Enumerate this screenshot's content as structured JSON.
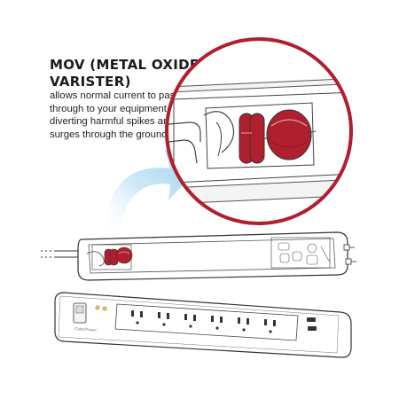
{
  "callout": {
    "title": "MOV (METAL OXIDE VARISTER)",
    "description": "allows normal current to pass through to your equipment, while diverting harmful spikes and surges through the ground wire."
  },
  "device": {
    "brand_label": "CyberPower",
    "outlet_count": 6,
    "usb_port_count": 2
  },
  "colors": {
    "magnifier_ring": "#b01f2e",
    "mov_component": "#b01f2e",
    "arrow": "#a9d6f0",
    "outline": "#333333"
  }
}
